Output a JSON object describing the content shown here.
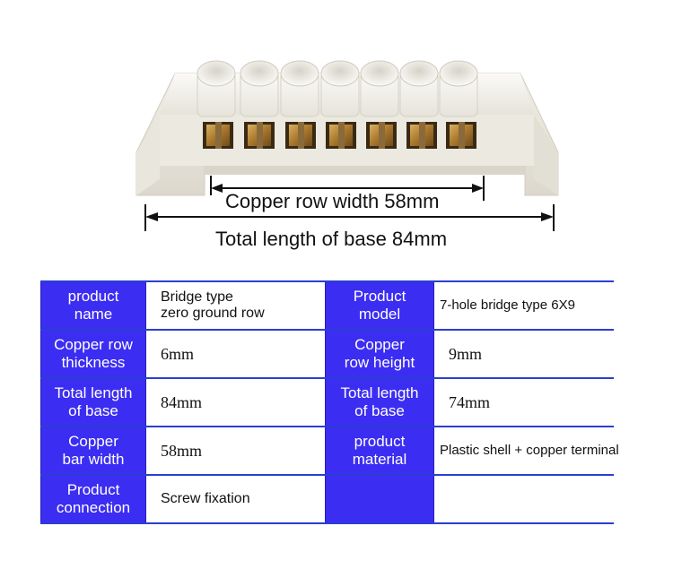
{
  "dimensions": {
    "copper_row_width": "Copper row width 58mm",
    "total_base_length": "Total length of base 84mm"
  },
  "specs": [
    {
      "label1": "product\nname",
      "value1": "Bridge type\nzero ground row",
      "label2": "Product\nmodel",
      "value2": "7-hole bridge type 6X9"
    },
    {
      "label1": "Copper row\nthickness",
      "value1": "6mm",
      "label2": "Copper\nrow height",
      "value2": "9mm"
    },
    {
      "label1": "Total length\nof base",
      "value1": "84mm",
      "label2": "Total length\nof base",
      "value2": "74mm"
    },
    {
      "label1": "Copper\nbar width",
      "value1": "58mm",
      "label2": "product\nmaterial",
      "value2": "Plastic shell + copper terminal"
    },
    {
      "label1": "Product\nconnection",
      "value1": "Screw fixation",
      "label2": "",
      "value2": ""
    }
  ],
  "colors": {
    "label_cell": "#3c2df2",
    "table_rule": "#2a3fd0",
    "plastic": "#f2f0ea",
    "copper": "#b98a3a"
  }
}
